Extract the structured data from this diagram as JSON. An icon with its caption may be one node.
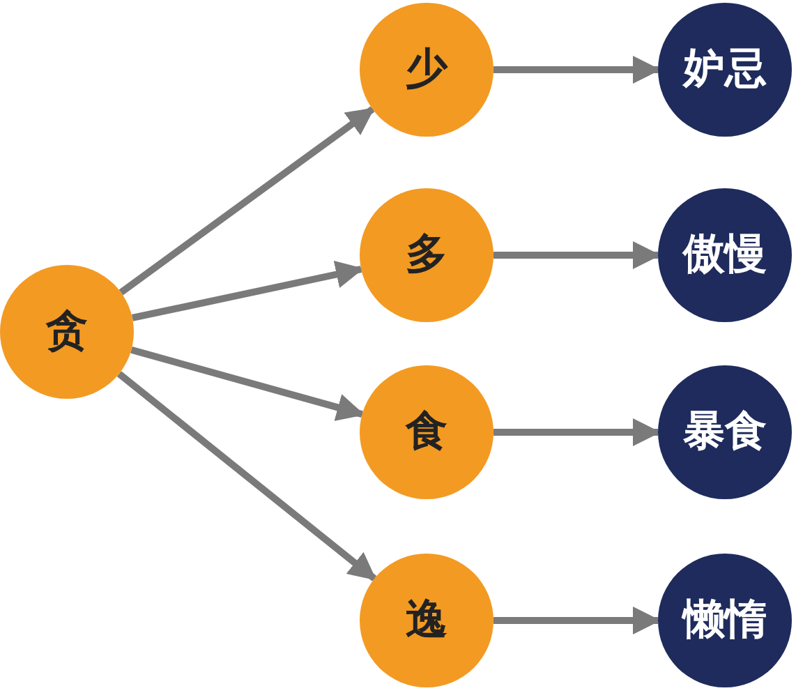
{
  "diagram": {
    "nodes": [
      {
        "text": [
          "贪"
        ]
      },
      {
        "text": [
          "少"
        ]
      },
      {
        "text": [
          "多"
        ]
      },
      {
        "text": [
          "食"
        ]
      },
      {
        "text": [
          "逸"
        ]
      },
      {
        "text": [
          "妒忌"
        ]
      },
      {
        "text": [
          "傲慢"
        ]
      },
      {
        "text": [
          "暴食"
        ]
      },
      {
        "text": [
          "懒惰"
        ]
      }
    ],
    "edges": [
      {
        "from": 0,
        "to": 1,
        "arrow": "to"
      },
      {
        "from": 0,
        "to": 2,
        "arrow": "to"
      },
      {
        "from": 0,
        "to": 3,
        "arrow": "to"
      },
      {
        "from": 0,
        "to": 4,
        "arrow": "to"
      },
      {
        "from": 1,
        "to": 5,
        "arrow": "to"
      },
      {
        "from": 2,
        "to": 6,
        "arrow": "to"
      },
      {
        "from": 3,
        "to": 7,
        "arrow": "to"
      },
      {
        "from": 4,
        "to": 8,
        "arrow": "to"
      }
    ]
  }
}
